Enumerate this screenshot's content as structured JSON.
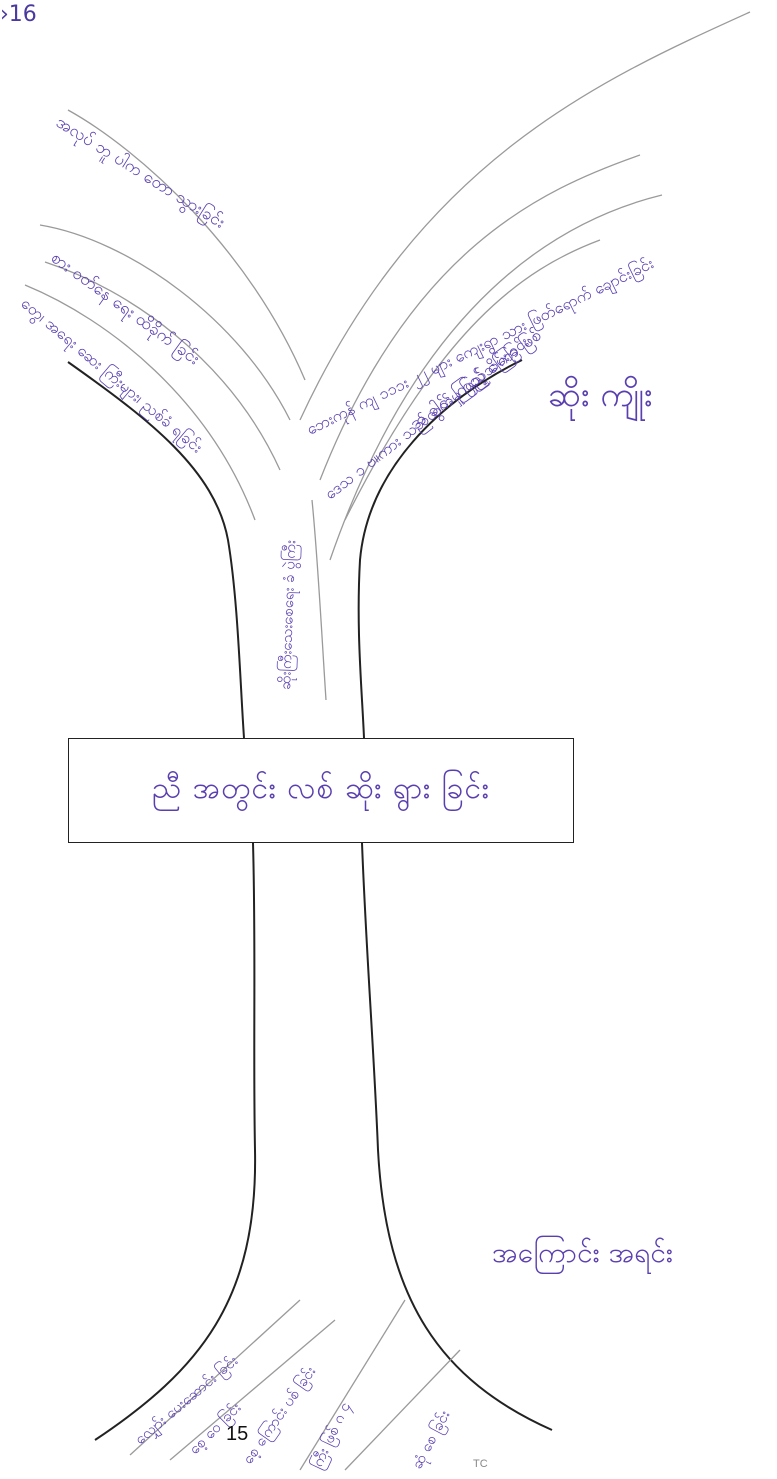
{
  "corner_mark": "›16",
  "page_number": "15",
  "page_footer": "TC",
  "tree_title": "ညီ အတွင်း လစ် ဆိုး ရွား ခြင်း",
  "top_label": "ဆိုး ကျိုး",
  "bottom_label": "အကြောင်း အရင်း",
  "effects": [
    "အလုပ် ဘူ ပါက တော သွားခြင်း",
    "စား ဝတ်နေ ရေး ထိခိုက် ခြင်း",
    "တွေ၊ အရေး ဆေး ကြီးများ၊ ညစ်ခံ ရခြင်း",
    "ဘေးကုန် ကျ ၁၁၁း ၂၂ များ ကျေးရွာ သား ဖြတ်ရောက် ချောင်းခြင်း",
    "ဒေသ ၁ ဗ။ကား သည်ထွက်မှု ဖြည့်သိမ်းခြင်း",
    "အ ခါင်း ကြည့် ကြော ဖြစ်",
    "ဆိုးကြီးသေးစေရေး ခံ ပွဲကြီး"
  ],
  "causes": [
    "လျှော်း ပေးဆောင်း ခြင်း",
    "စေ့ ဝေ ခြင်း",
    "စေ့ ကြောင်း ပစ် ခြင်း",
    "ကြီး ဖြစ် ဂ ၄",
    "ဆုံ စေ ခြင်း"
  ]
}
